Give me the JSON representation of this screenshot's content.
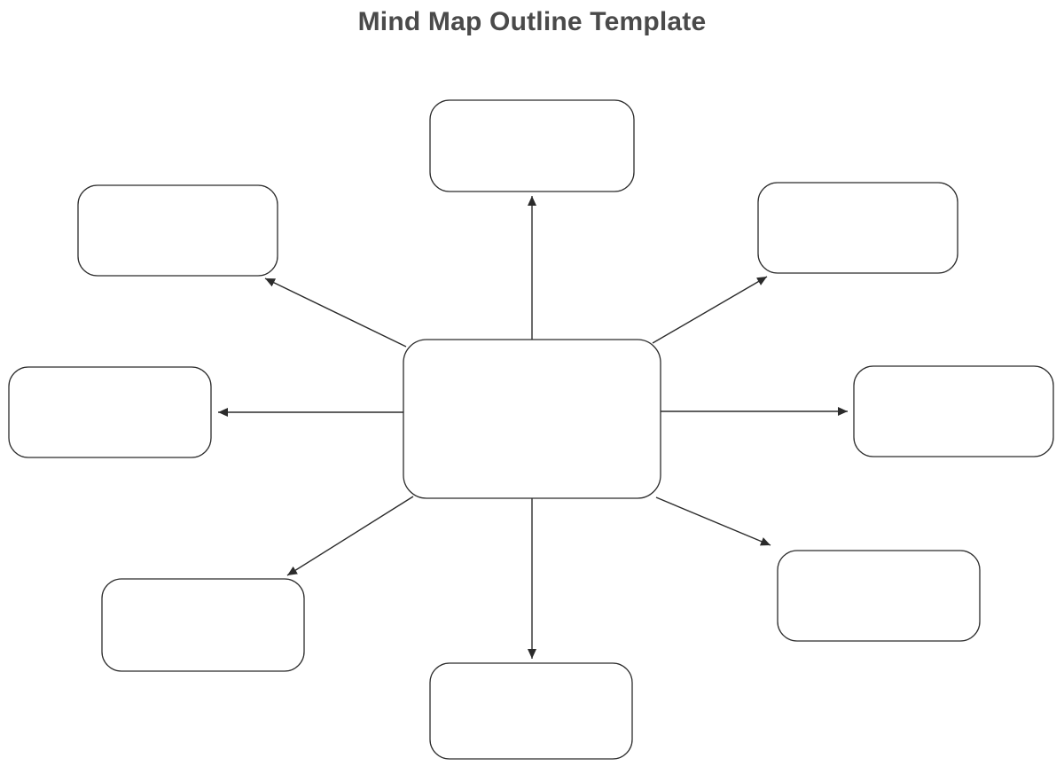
{
  "title": "Mind Map Outline Template",
  "colors": {
    "background": "#ffffff",
    "line": "#2b2b2b",
    "node_fill": "#ffffff",
    "title_text": "#4a4a4a"
  },
  "diagram": {
    "type": "mind-map",
    "center": {
      "id": "center",
      "label": ""
    },
    "branches": [
      {
        "id": "top",
        "label": ""
      },
      {
        "id": "top-left",
        "label": ""
      },
      {
        "id": "top-right",
        "label": ""
      },
      {
        "id": "left",
        "label": ""
      },
      {
        "id": "right",
        "label": ""
      },
      {
        "id": "bottom-left",
        "label": ""
      },
      {
        "id": "bottom-right",
        "label": ""
      },
      {
        "id": "bottom",
        "label": ""
      }
    ],
    "connections": [
      {
        "from": "center",
        "to": "top"
      },
      {
        "from": "center",
        "to": "top-left"
      },
      {
        "from": "center",
        "to": "top-right"
      },
      {
        "from": "center",
        "to": "left"
      },
      {
        "from": "center",
        "to": "right"
      },
      {
        "from": "center",
        "to": "bottom-left"
      },
      {
        "from": "center",
        "to": "bottom-right"
      },
      {
        "from": "center",
        "to": "bottom"
      }
    ]
  }
}
